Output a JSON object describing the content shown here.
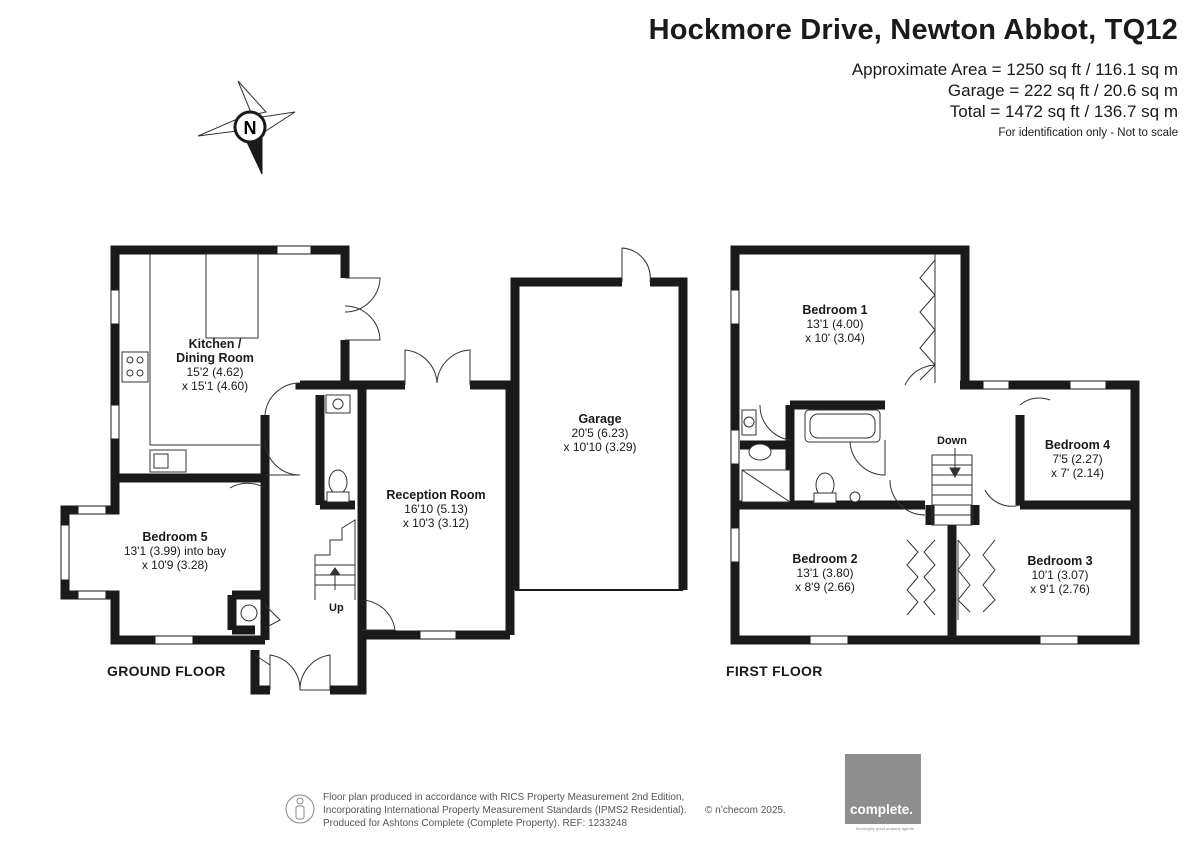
{
  "header": {
    "title": "Hockmore Drive, Newton Abbot, TQ12",
    "area_approx": "Approximate Area = 1250 sq ft / 116.1 sq m",
    "area_garage": "Garage = 222 sq ft / 20.6 sq m",
    "area_total": "Total = 1472 sq ft / 136.7 sq m",
    "note": "For identification only - Not to scale"
  },
  "compass": {
    "letter": "N",
    "icon": "compass-rose-icon"
  },
  "ground_floor": {
    "label": "GROUND FLOOR",
    "stairs_label": "Up",
    "rooms": {
      "kitchen": {
        "name_line1": "Kitchen /",
        "name_line2": "Dining Room",
        "dim1": "15'2 (4.62)",
        "dim2": "x 15'1 (4.60)"
      },
      "bedroom5": {
        "name": "Bedroom 5",
        "dim1": "13'1 (3.99) into bay",
        "dim2": "x 10'9 (3.28)"
      },
      "reception": {
        "name": "Reception Room",
        "dim1": "16'10 (5.13)",
        "dim2": "x 10'3 (3.12)"
      },
      "garage": {
        "name": "Garage",
        "dim1": "20'5 (6.23)",
        "dim2": "x 10'10 (3.29)"
      }
    }
  },
  "first_floor": {
    "label": "FIRST FLOOR",
    "stairs_label": "Down",
    "rooms": {
      "bedroom1": {
        "name": "Bedroom 1",
        "dim1": "13'1 (4.00)",
        "dim2": "x 10' (3.04)"
      },
      "bedroom2": {
        "name": "Bedroom 2",
        "dim1": "13'1 (3.80)",
        "dim2": "x 8'9 (2.66)"
      },
      "bedroom3": {
        "name": "Bedroom 3",
        "dim1": "10'1 (3.07)",
        "dim2": "x 9'1 (2.76)"
      },
      "bedroom4": {
        "name": "Bedroom 4",
        "dim1": "7'5 (2.27)",
        "dim2": "x 7' (2.14)"
      }
    }
  },
  "footer": {
    "line1": "Floor plan produced in accordance with RICS Property Measurement 2nd Edition,",
    "line2": "Incorporating International Property Measurement Standards (IPMS2 Residential).",
    "line3": "Produced for Ashtons Complete (Complete Property).   REF: 1233248",
    "copyright": "© n’checom 2025.",
    "logo_text": "complete.",
    "logo_tagline": "thoroughly good property agents"
  },
  "colors": {
    "wall": "#1a1a1a",
    "logo_bg": "#8e8e8e",
    "text": "#1a1a1a"
  }
}
